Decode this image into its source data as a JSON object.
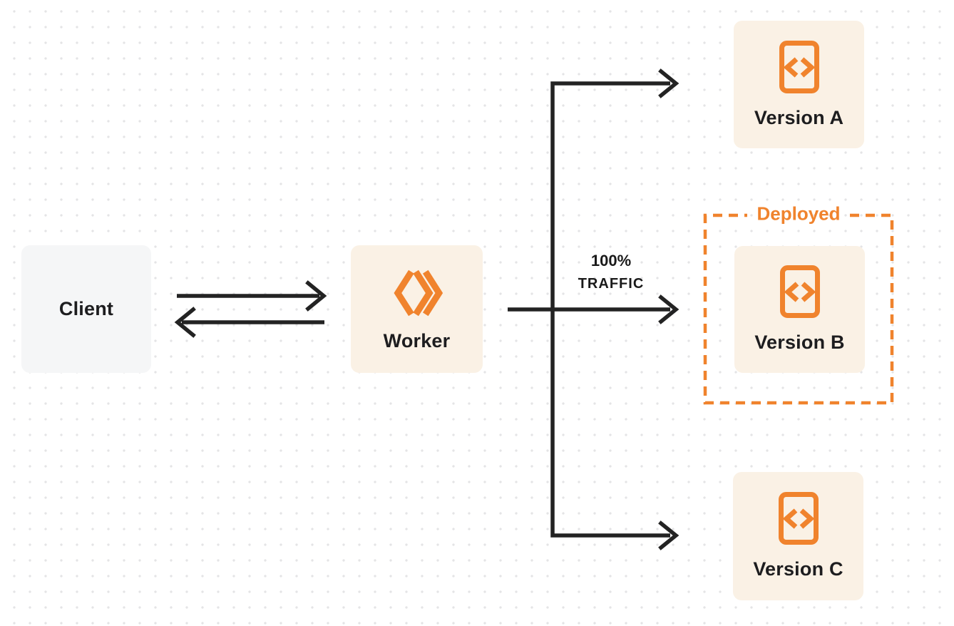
{
  "diagram": {
    "title_hint": "worker-traffic-routing-diagram",
    "nodes": {
      "client": {
        "label": "Client"
      },
      "worker": {
        "label": "Worker",
        "icon": "workers-logo-icon"
      },
      "version_a": {
        "label": "Version A",
        "icon": "code-file-icon"
      },
      "version_b": {
        "label": "Version B",
        "icon": "code-file-icon"
      },
      "version_c": {
        "label": "Version C",
        "icon": "code-file-icon"
      }
    },
    "annotations": {
      "deployed_label": "Deployed",
      "traffic_line1": "100%",
      "traffic_line2": "TRAFFIC"
    },
    "edges": [
      {
        "from": "client",
        "to": "worker",
        "style": "arrow-right"
      },
      {
        "from": "worker",
        "to": "client",
        "style": "arrow-left"
      },
      {
        "from": "worker",
        "to": "version_a",
        "style": "branch-arrow"
      },
      {
        "from": "worker",
        "to": "version_b",
        "style": "branch-arrow",
        "label": "100% TRAFFIC"
      },
      {
        "from": "worker",
        "to": "version_c",
        "style": "branch-arrow"
      }
    ],
    "colors": {
      "accent_orange": "#f0832d",
      "node_cream_bg": "#faf1e5",
      "client_gray_bg": "#f5f6f7",
      "ink": "#1d1d1f",
      "arrow": "#232323",
      "dot_grid": "#e4e4e6"
    }
  }
}
